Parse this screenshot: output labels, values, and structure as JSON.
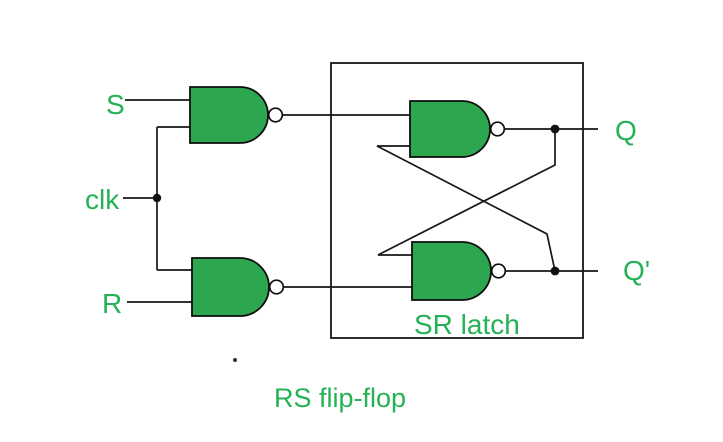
{
  "figure": {
    "caption": "RS flip-flop",
    "box_label": "SR latch",
    "signals": {
      "s": "S",
      "clk": "clk",
      "r": "R",
      "q": "Q",
      "q_bar": "Q'"
    },
    "colors": {
      "gate_fill": "#2ca750",
      "label_text": "#25b156",
      "wire": "#161616",
      "background": "#ffffff"
    }
  }
}
